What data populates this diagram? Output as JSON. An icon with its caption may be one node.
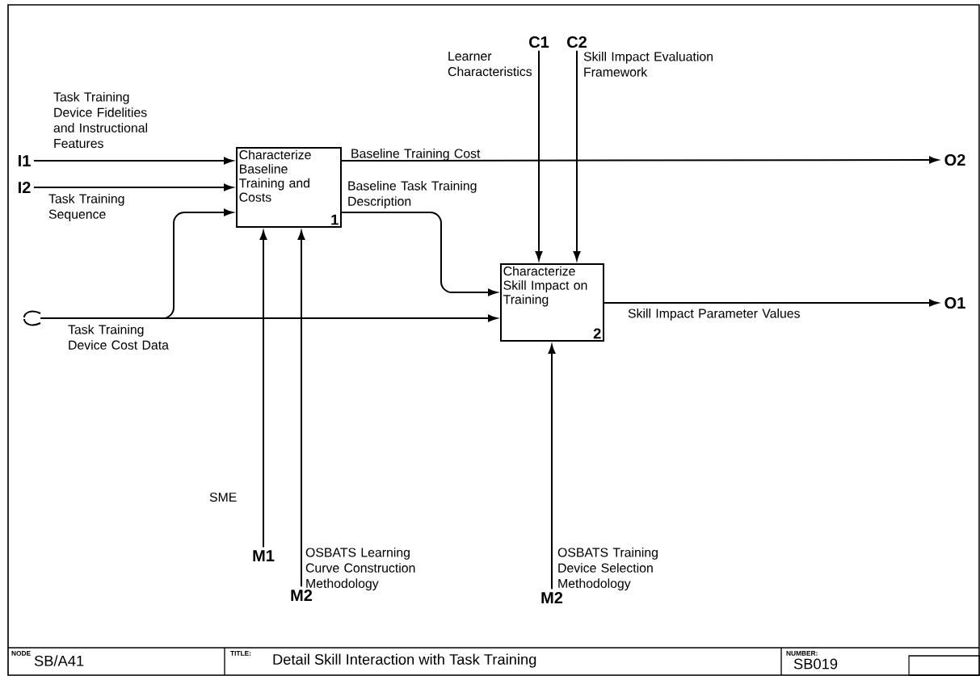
{
  "diagram": {
    "title": "Detail Skill Interaction with Task Training",
    "nodes": [
      {
        "text": [
          "Characterize Baseline Training and Costs",
          "1"
        ]
      },
      {
        "text": [
          "Characterize Skill Impact on Training",
          "2"
        ]
      },
      {
        "text": [
          "I1"
        ]
      },
      {
        "text": [
          "I2"
        ]
      },
      {
        "text": [],
        "shape": "tunnel"
      },
      {
        "text": [
          "C1"
        ]
      },
      {
        "text": [
          "C2"
        ]
      },
      {
        "text": [
          "O2"
        ]
      },
      {
        "text": [
          "O1"
        ]
      },
      {
        "text": [
          "M1"
        ]
      },
      {
        "text": [
          "M2"
        ]
      },
      {
        "text": [
          "M2"
        ]
      }
    ],
    "edges": [
      {
        "from": 2,
        "to": 0,
        "arrow": "to",
        "label": "Task Training Device Fidelities and Instructional Features"
      },
      {
        "from": 3,
        "to": 0,
        "arrow": "to",
        "label": "Task Training Sequence"
      },
      {
        "from": 4,
        "to": 0,
        "arrow": "to"
      },
      {
        "from": 4,
        "to": 1,
        "arrow": "to",
        "label": "Task Training Device Cost Data"
      },
      {
        "from": 0,
        "to": 7,
        "arrow": "to",
        "label": "Baseline Training Cost"
      },
      {
        "from": 0,
        "to": 1,
        "arrow": "to",
        "label": "Baseline Task Training Description"
      },
      {
        "from": 5,
        "to": 1,
        "arrow": "to",
        "label": "Learner Characteristics"
      },
      {
        "from": 6,
        "to": 1,
        "arrow": "to",
        "label": "Skill Impact Evaluation Framework"
      },
      {
        "from": 1,
        "to": 8,
        "arrow": "to",
        "label": "Skill Impact Parameter Values"
      },
      {
        "from": 9,
        "to": 0,
        "arrow": "to",
        "label": "SME"
      },
      {
        "from": 10,
        "to": 0,
        "arrow": "to",
        "label": "OSBATS Learning Curve Construction Methodology"
      },
      {
        "from": 11,
        "to": 1,
        "arrow": "to",
        "label": "OSBATS Training Device Selection Methodology"
      }
    ],
    "labels": [
      "NODE",
      "SB/A41",
      "TITLE:",
      "NUMBER:",
      "SB019"
    ]
  }
}
